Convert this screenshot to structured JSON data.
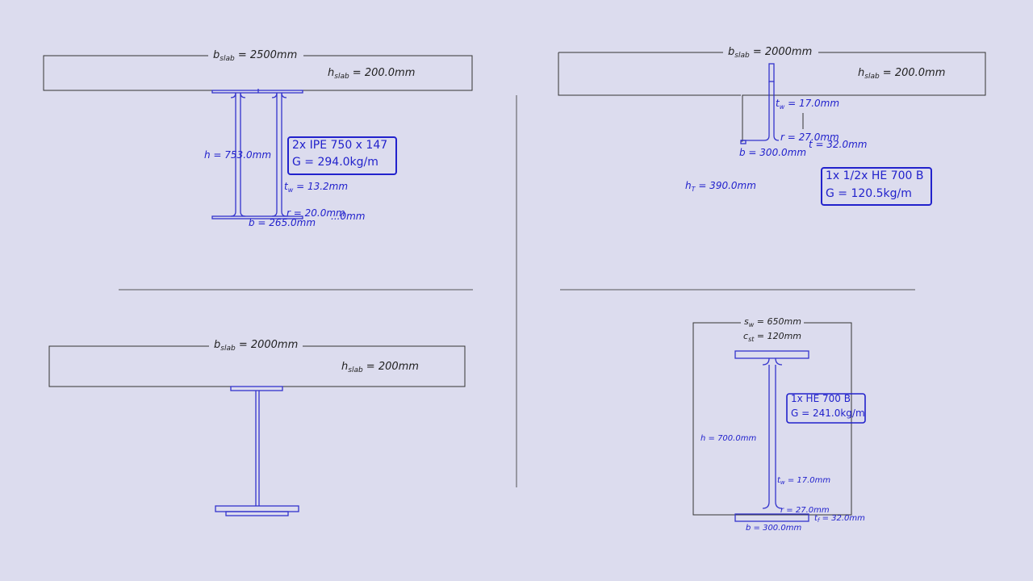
{
  "panel_tl": {
    "bslab_sym": "b",
    "bslab_sub": "slab",
    "bslab_val": " = 2500mm",
    "hslab_sym": "h",
    "hslab_sub": "slab",
    "hslab_val": " = 200.0mm",
    "h_label": "h = 753.0mm",
    "tw_sym": "t",
    "tw_sub": "w",
    "tw_val": " = 13.2mm",
    "r_label": "r = 20.0mm",
    "b_label": "b = 265.0mm",
    "tf_fragment": "...0mm",
    "box_line1": "2x IPE 750 x 147",
    "box_line2": "G = 294.0kg/m"
  },
  "panel_tr": {
    "bslab_sym": "b",
    "bslab_sub": "slab",
    "bslab_val": " = 2000mm",
    "hslab_sym": "h",
    "hslab_sub": "slab",
    "hslab_val": " = 200.0mm",
    "tw_sym": "t",
    "tw_sub": "w",
    "tw_val": " = 17.0mm",
    "r_label": "r = 27.0mm",
    "tf_fragment": "t = 32.0mm",
    "b_label": "b = 300.0mm",
    "hT_sym": "h",
    "hT_sub": "T",
    "hT_val": " = 390.0mm",
    "box_line1": "1x 1/2x HE 700 B",
    "box_line2": "G = 120.5kg/m"
  },
  "panel_bl": {
    "bslab_sym": "b",
    "bslab_sub": "slab",
    "bslab_val": " = 2000mm",
    "hslab_sym": "h",
    "hslab_sub": "slab",
    "hslab_val": " = 200mm"
  },
  "panel_br": {
    "sw_sym": "s",
    "sw_sub": "w",
    "sw_val": " = 650mm",
    "cst_sym": "c",
    "cst_sub": "st",
    "cst_val": " = 120mm",
    "h_label": "h = 700.0mm",
    "tw_sym": "t",
    "tw_sub": "w",
    "tw_val": " = 17.0mm",
    "r_label": "r = 27.0mm",
    "tf_sym": "t",
    "tf_sub": "f",
    "tf_val": " = 32.0mm",
    "b_label": "b = 300.0mm",
    "box_line1": "1x HE 700 B",
    "box_line2": "G = 241.0kg/m"
  },
  "colors": {
    "background": "#dcdcee",
    "section": "#3333cc",
    "outline": "#333333",
    "label": "#2222cc"
  }
}
